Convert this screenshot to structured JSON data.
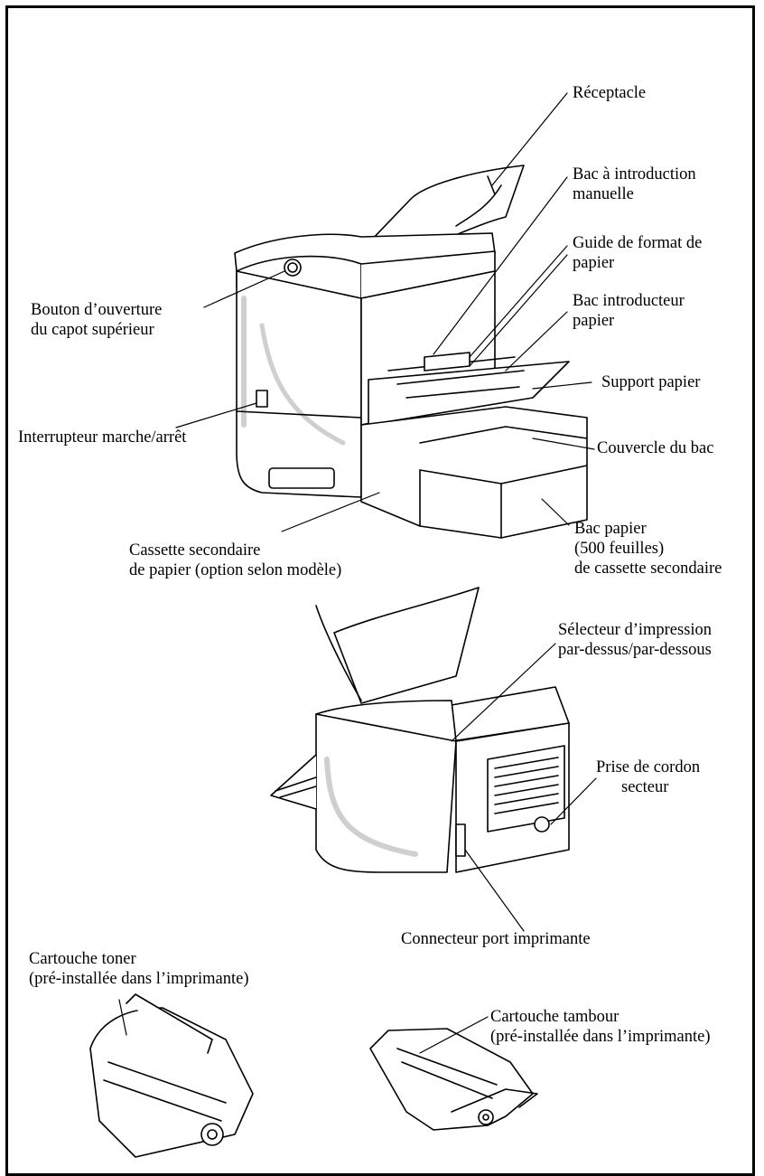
{
  "labels": {
    "receptacle": [
      "Réceptacle"
    ],
    "manual_tray": [
      "Bac à introduction",
      "manuelle"
    ],
    "paper_guide": [
      "Guide de format de",
      "papier"
    ],
    "feeder_tray": [
      "Bac introducteur",
      "papier"
    ],
    "paper_support": [
      "Support papier"
    ],
    "top_cover_button": [
      "Bouton d’ouverture",
      "du capot supérieur"
    ],
    "power_switch": [
      "Interrupteur marche/arrêt"
    ],
    "tray_cover": [
      "Couvercle du bac"
    ],
    "lower_cassette": [
      "Cassette secondaire",
      "de papier (option selon modèle)"
    ],
    "lower_tray": [
      "Bac papier",
      "(500 feuilles)",
      "de cassette secondaire"
    ],
    "output_selector": [
      "Sélecteur d’impression",
      "par-dessus/par-dessous"
    ],
    "power_socket": [
      "Prise de cordon",
      "secteur"
    ],
    "printer_port": [
      "Connecteur port imprimante"
    ],
    "toner_cartridge": [
      "Cartouche toner",
      "(pré-installée dans l’imprimante)"
    ],
    "drum_cartridge": [
      "Cartouche tambour",
      "(pré-installée dans l’imprimante)"
    ]
  },
  "colors": {
    "line": "#000000",
    "shade": "#cfcfcf",
    "frame": "#000000"
  }
}
